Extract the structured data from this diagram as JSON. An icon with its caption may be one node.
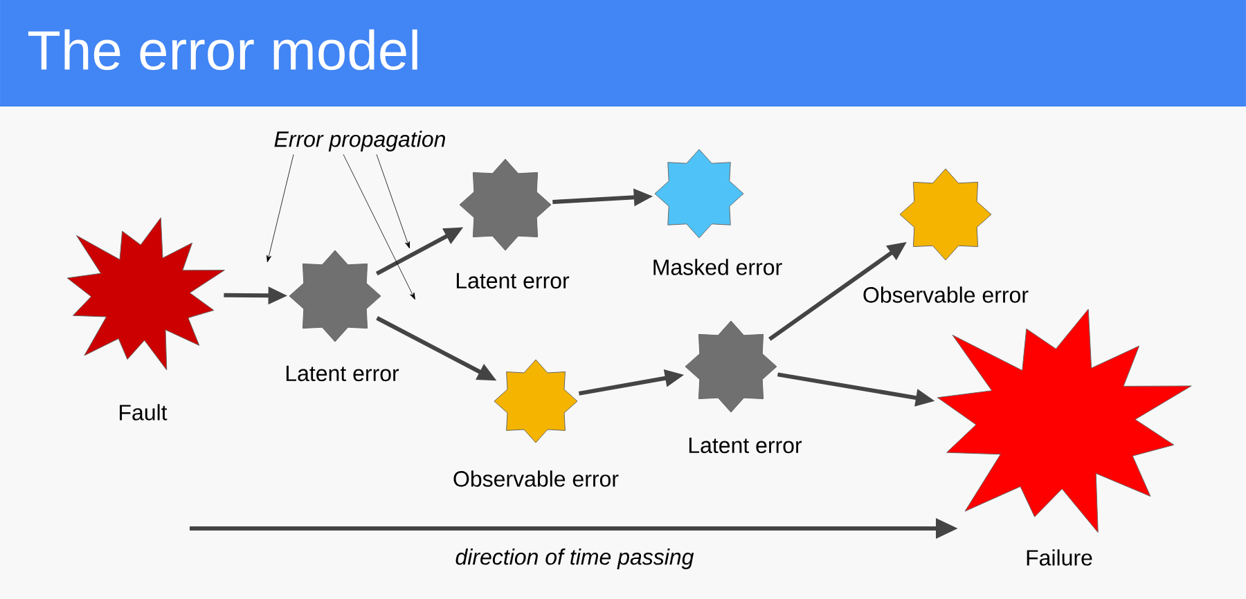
{
  "diagram": {
    "title": "The error model",
    "nodes": [
      {
        "text": [
          "Fault"
        ]
      },
      {
        "text": [
          "Latent error"
        ]
      },
      {
        "text": [
          "Latent error"
        ]
      },
      {
        "text": [
          "Masked error"
        ]
      },
      {
        "text": [
          "Observable error"
        ]
      },
      {
        "text": [
          "Latent error"
        ]
      },
      {
        "text": [
          "Observable error"
        ]
      },
      {
        "text": [
          "Failure"
        ]
      },
      {
        "text": [
          "Error propagation"
        ]
      }
    ],
    "edges": [
      {
        "from": 0,
        "to": 1,
        "arrow": "to"
      },
      {
        "from": 1,
        "to": 2,
        "arrow": "to"
      },
      {
        "from": 1,
        "to": 4,
        "arrow": "to"
      },
      {
        "from": 2,
        "to": 3,
        "arrow": "to"
      },
      {
        "from": 4,
        "to": 5,
        "arrow": "to"
      },
      {
        "from": 5,
        "to": 6,
        "arrow": "to"
      },
      {
        "from": 5,
        "to": 7,
        "arrow": "to"
      },
      {
        "from": 8,
        "to": null,
        "arrow": "to"
      },
      {
        "from": 8,
        "to": null,
        "arrow": "to"
      },
      {
        "from": 8,
        "to": null,
        "arrow": "to"
      }
    ],
    "labels": [
      "direction of time passing"
    ]
  }
}
